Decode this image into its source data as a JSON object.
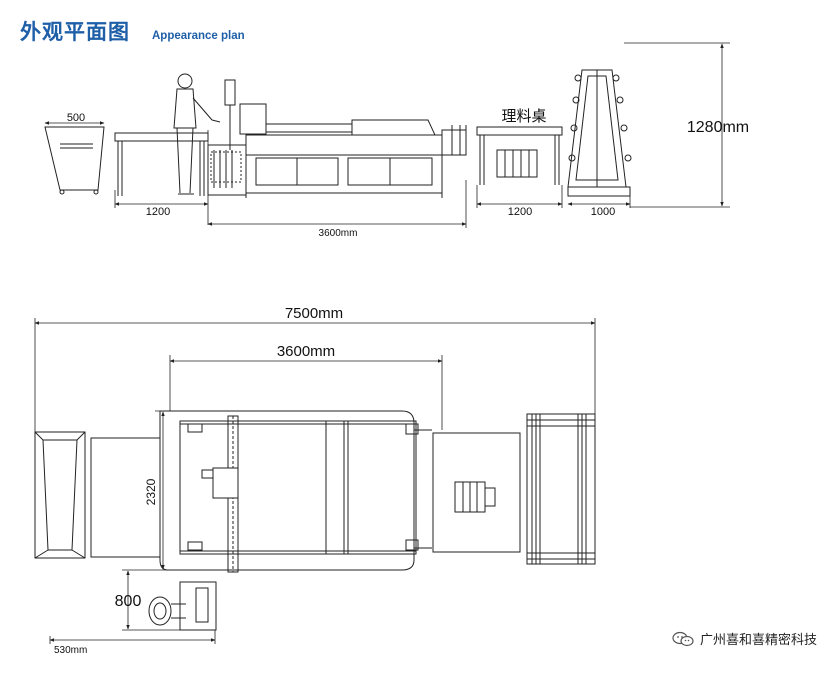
{
  "header": {
    "title": "外观平面图",
    "subtitle": "Appearance plan"
  },
  "elevation_view": {
    "dim_bin_width": "500",
    "dim_table_left": "1200",
    "dim_machine_length": "3600mm",
    "table_label": "理料桌",
    "dim_table_right": "1200",
    "dim_rack_width": "1000",
    "dim_height": "1280mm"
  },
  "plan_view": {
    "dim_total_length": "7500mm",
    "dim_machine_length": "3600mm",
    "dim_machine_width": "2320",
    "dim_operator_offset": "800",
    "dim_operator_width": "530mm"
  },
  "watermark": {
    "text": "广州喜和喜精密科技",
    "icon": "wechat-icon"
  }
}
